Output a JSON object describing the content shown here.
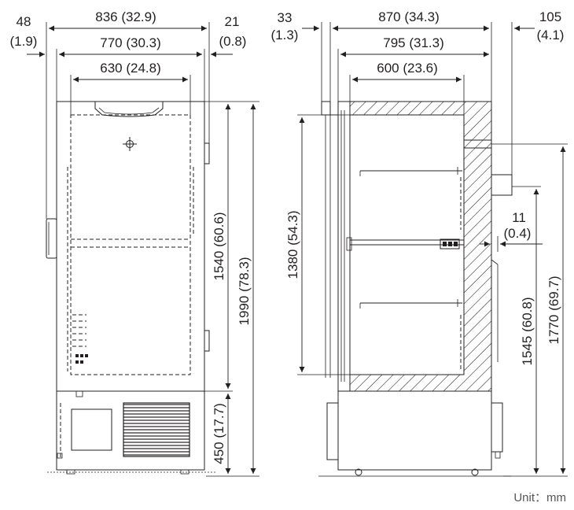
{
  "front_view": {
    "overall_width": "836 (32.9)",
    "cabinet_width": "770 (30.3)",
    "inner_width": "630 (24.8)",
    "handle_depth_mm": "48",
    "handle_depth_in": "(1.9)",
    "hinge_depth_mm": "21",
    "hinge_depth_in": "(0.8)",
    "door_height": "1540 (60.6)",
    "total_height": "1990 (78.3)",
    "base_height": "450 (17.7)"
  },
  "side_view": {
    "overall_depth": "870 (34.3)",
    "cabinet_depth": "795 (31.3)",
    "inner_depth": "600 (23.6)",
    "door_offset_mm": "33",
    "door_offset_in": "(1.3)",
    "rear_port_mm": "105",
    "rear_port_in": "(4.1)",
    "inner_height": "1380 (54.3)",
    "gap_mm": "11",
    "gap_in": "(0.4)",
    "port_height": "1545 (60.8)",
    "port_top_height": "1770 (69.7)"
  },
  "unit_label": "Unit：mm"
}
